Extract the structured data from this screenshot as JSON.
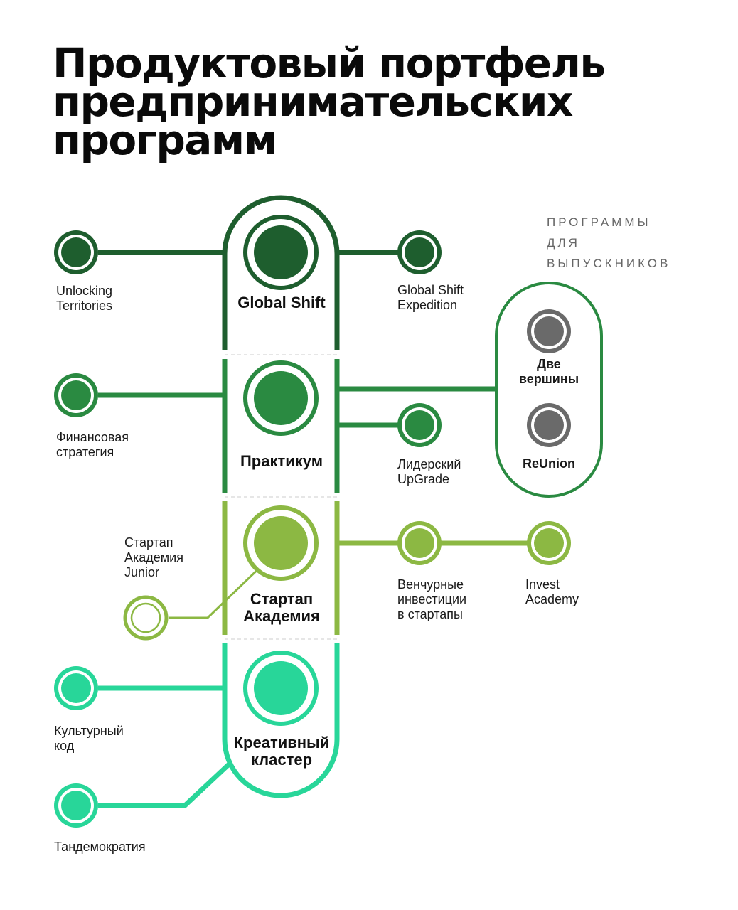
{
  "title": {
    "line1": "Продуктовый портфель",
    "line2": "предпринимательских",
    "line3": "программ"
  },
  "graduates_label": {
    "line1": "ПРОГРАММЫ",
    "line2": "ДЛЯ",
    "line3": "ВЫПУСКНИКОВ"
  },
  "colors": {
    "dark_green": "#1e5e2e",
    "medium_green": "#2a8a41",
    "light_green": "#8cb843",
    "mint": "#28d699",
    "gray": "#6a6a6a",
    "separator": "#cccccc"
  },
  "main_stations": {
    "global_shift": {
      "line1": "Global Shift"
    },
    "praktikum": {
      "line1": "Практикум"
    },
    "startup_academy": {
      "line1": "Стартап",
      "line2": "Академия"
    },
    "creative_cluster": {
      "line1": "Креативный",
      "line2": "кластер"
    }
  },
  "branches": {
    "unlocking_territories": {
      "line1": "Unlocking",
      "line2": "Territories"
    },
    "global_shift_expedition": {
      "line1": "Global Shift",
      "line2": "Expedition"
    },
    "financial_strategy": {
      "line1": "Финансовая",
      "line2": "стратегия"
    },
    "leader_upgrade": {
      "line1": "Лидерский",
      "line2": "UpGrade"
    },
    "two_peaks": {
      "line1": "Две",
      "line2": "вершины"
    },
    "reunion": {
      "line1": "ReUnion"
    },
    "startup_academy_junior": {
      "line1": "Стартап",
      "line2": "Академия",
      "line3": "Junior"
    },
    "venture_investments": {
      "line1": "Венчурные",
      "line2": "инвестиции",
      "line3": "в стартапы"
    },
    "invest_academy": {
      "line1": "Invest",
      "line2": "Academy"
    },
    "cultural_code": {
      "line1": "Культурный",
      "line2": "код"
    },
    "tandemocracy": {
      "line1": "Тандемократия"
    }
  }
}
